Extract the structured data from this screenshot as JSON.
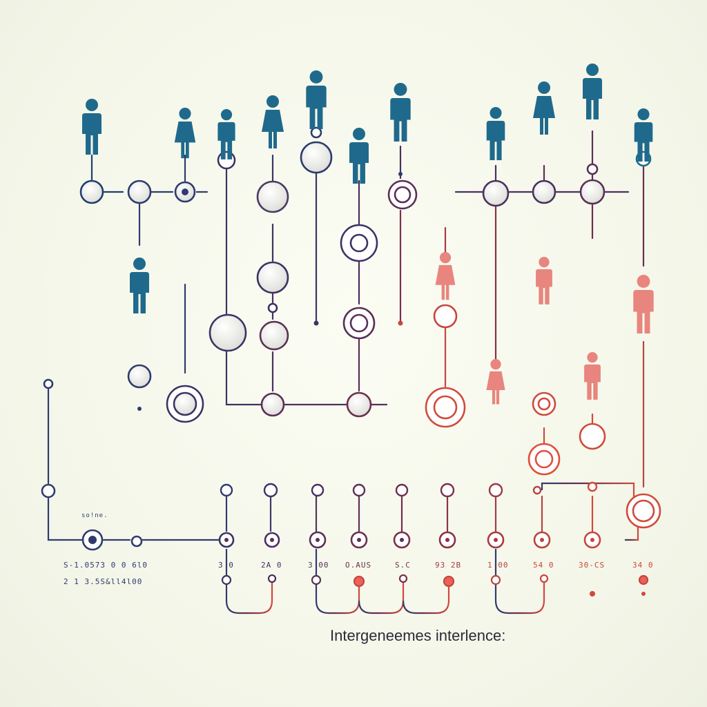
{
  "caption": "Intergeneemes interlence:",
  "left_labels": {
    "small": "so!ne.",
    "line1": "S-1.0573 0 0 6l0",
    "line2": "2 1 3.5S&ll4l00"
  },
  "bottom_labels": [
    "3 0",
    "2A 0",
    "3 00",
    "O.AUS",
    "S.C",
    "93 2B",
    "1 00",
    "54 0",
    "30-CS",
    "34 0"
  ],
  "colors": {
    "blue": "#1f6a8c",
    "navy": "#2f3b6e",
    "plum": "#5a2f57",
    "red": "#c8453d",
    "pink": "#e8857e"
  }
}
